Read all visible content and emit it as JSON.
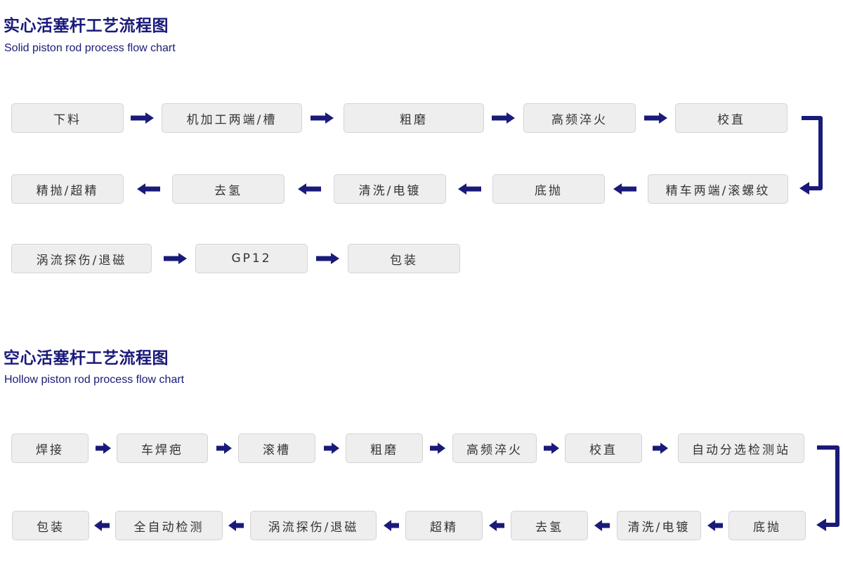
{
  "solid": {
    "title": "实心活塞杆工艺流程图",
    "subtitle": "Solid piston rod process flow chart",
    "steps": [
      "下料",
      "机加工两端/槽",
      "粗磨",
      "高频淬火",
      "校直",
      "精车两端/滚螺纹",
      "底抛",
      "清洗/电镀",
      "去氢",
      "精抛/超精",
      "涡流探伤/退磁",
      "GP12",
      "包装"
    ]
  },
  "hollow": {
    "title": "空心活塞杆工艺流程图",
    "subtitle": "Hollow piston rod process flow chart",
    "steps": [
      "焊接",
      "车焊疤",
      "滚槽",
      "粗磨",
      "高频淬火",
      "校直",
      "自动分选检测站",
      "底抛",
      "清洗/电镀",
      "去氢",
      "超精",
      "涡流探伤/退磁",
      "全自动检测",
      "包装"
    ]
  },
  "colors": {
    "title": "#1a1a7a",
    "arrow": "#1a1a7a",
    "box_fill": "#eeeeee",
    "box_border": "#d4d4d4"
  }
}
